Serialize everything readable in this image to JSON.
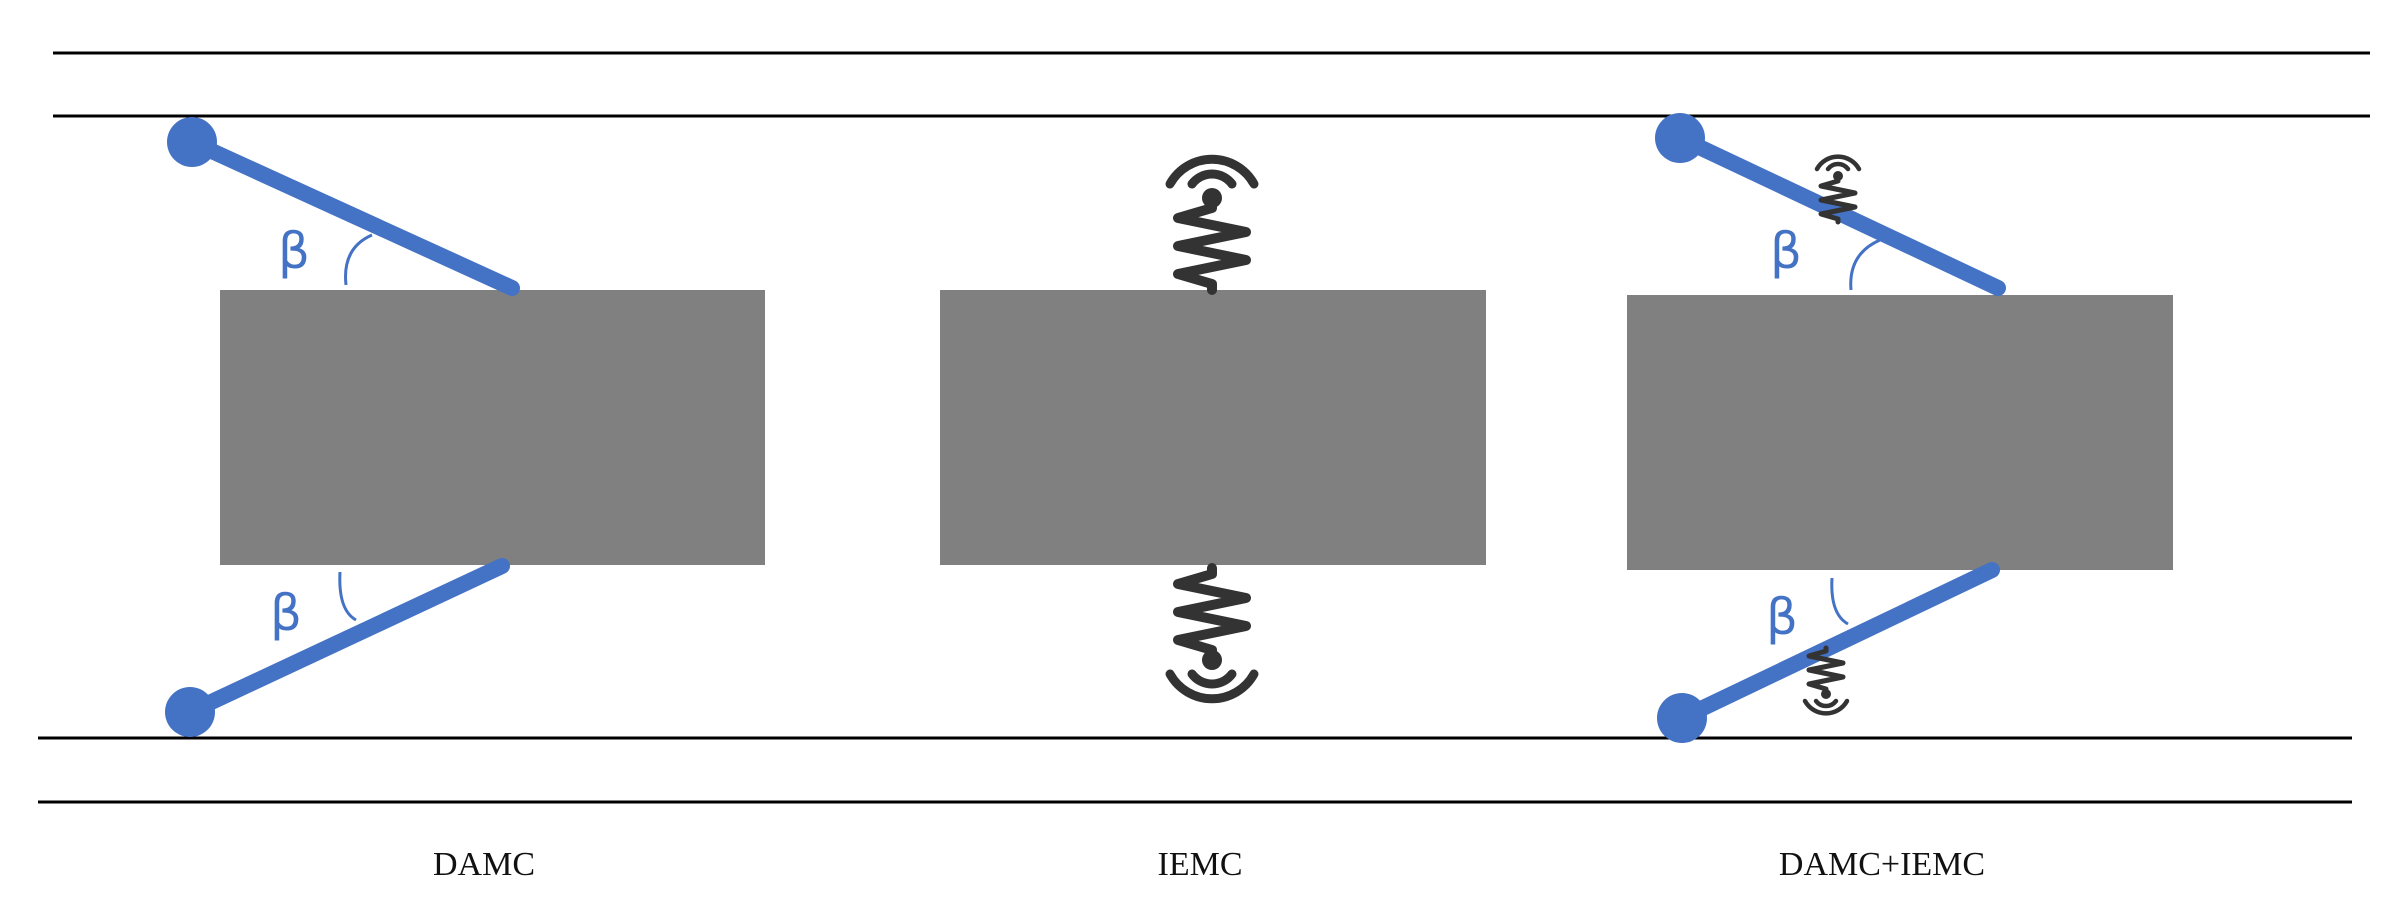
{
  "colors": {
    "background": "#ffffff",
    "line": "#000000",
    "block": "#808080",
    "anchor": "#4472c4",
    "spring": "#333333"
  },
  "panels": [
    {
      "caption": "DAMC",
      "angle_label_top": "β",
      "angle_label_bottom": "β",
      "elements": [
        "inclined-anchor-top",
        "inclined-anchor-bottom"
      ]
    },
    {
      "caption": "IEMC",
      "elements": [
        "spring-sensor-top",
        "spring-sensor-bottom"
      ]
    },
    {
      "caption": "DAMC+IEMC",
      "angle_label_top": "β",
      "angle_label_bottom": "β",
      "elements": [
        "inclined-anchor-top",
        "inclined-anchor-bottom",
        "spring-sensor-top",
        "spring-sensor-bottom"
      ]
    }
  ],
  "icons": [
    "wifi-signal-icon",
    "spring-icon"
  ]
}
